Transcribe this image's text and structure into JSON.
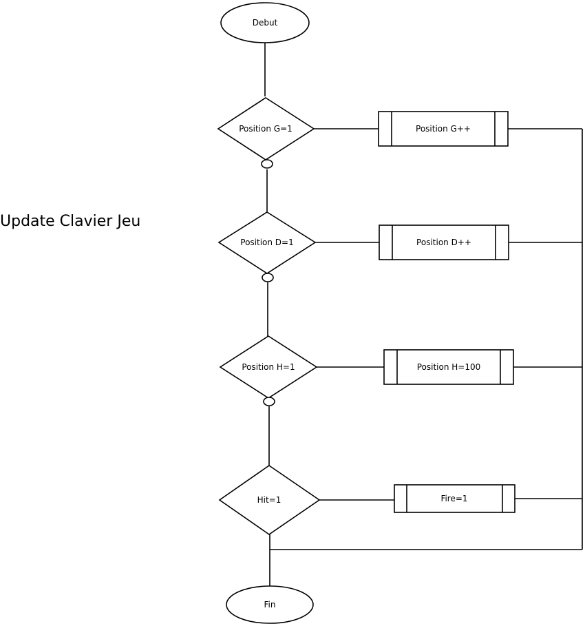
{
  "title": "Update Clavier Jeu",
  "start": {
    "label": "Debut"
  },
  "end": {
    "label": "Fin"
  },
  "decisions": [
    {
      "condition": "Position G=1",
      "action": "Position G++"
    },
    {
      "condition": "Position D=1",
      "action": "Position D++"
    },
    {
      "condition": "Position H=1",
      "action": "Position H=100"
    },
    {
      "condition": "Hit=1",
      "action": "Fire=1"
    }
  ],
  "colors": {
    "stroke": "#000000",
    "background": "#ffffff"
  }
}
